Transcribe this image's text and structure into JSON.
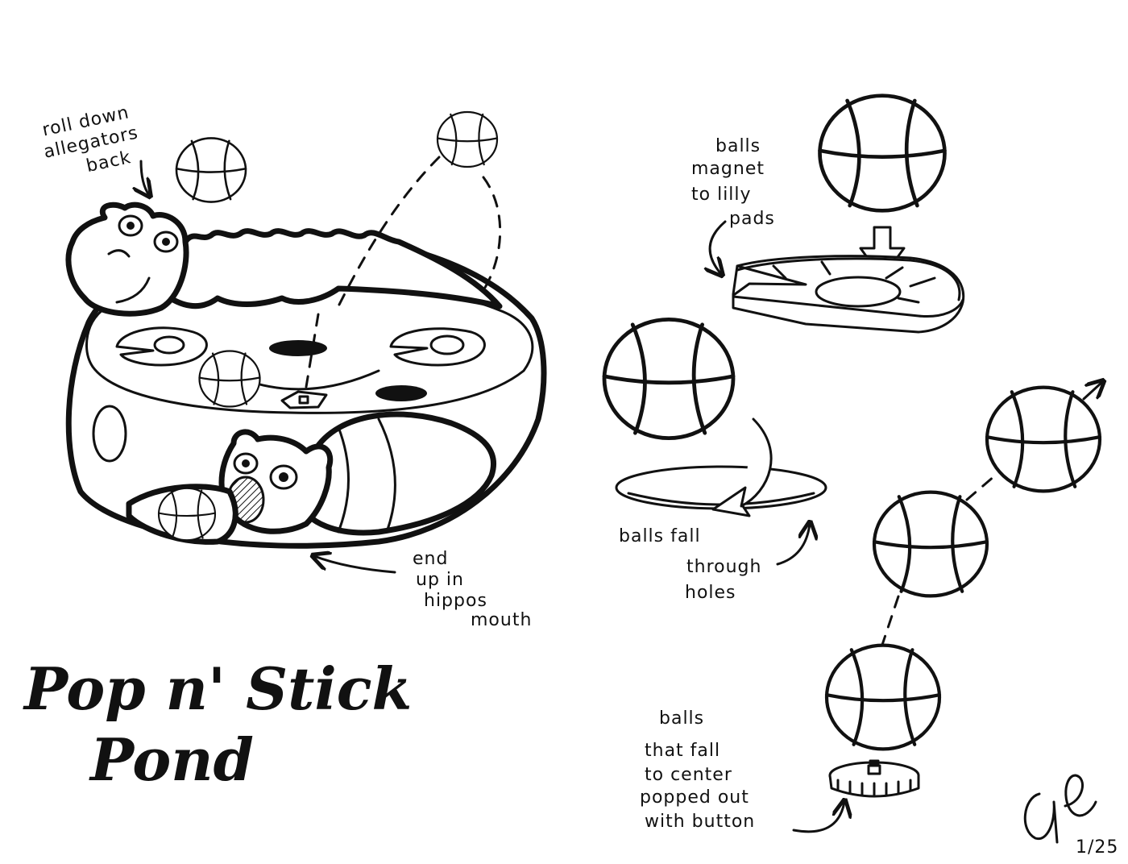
{
  "title": {
    "line1": "Pop n' Stick",
    "line2": "Pond"
  },
  "annotations": {
    "roll_down": [
      "roll down",
      "allegators",
      "back"
    ],
    "end_up": [
      "end",
      "up in",
      "hippos",
      "mouth"
    ],
    "magnet": [
      "balls",
      "magnet",
      "to lilly",
      "pads"
    ],
    "fall_through": [
      "balls fall",
      "through",
      "holes"
    ],
    "popped_out": [
      "balls",
      "that fall",
      "to center",
      "popped out",
      "with button"
    ]
  },
  "signature": {
    "initials": "ae",
    "date": "1/25"
  },
  "icons": [
    "ball-icon",
    "alligator-icon",
    "hippo-icon",
    "lily-pad-icon",
    "hole-icon",
    "button-icon",
    "arrow-icon"
  ],
  "colors": {
    "ink": "#111111",
    "paper": "#ffffff"
  }
}
